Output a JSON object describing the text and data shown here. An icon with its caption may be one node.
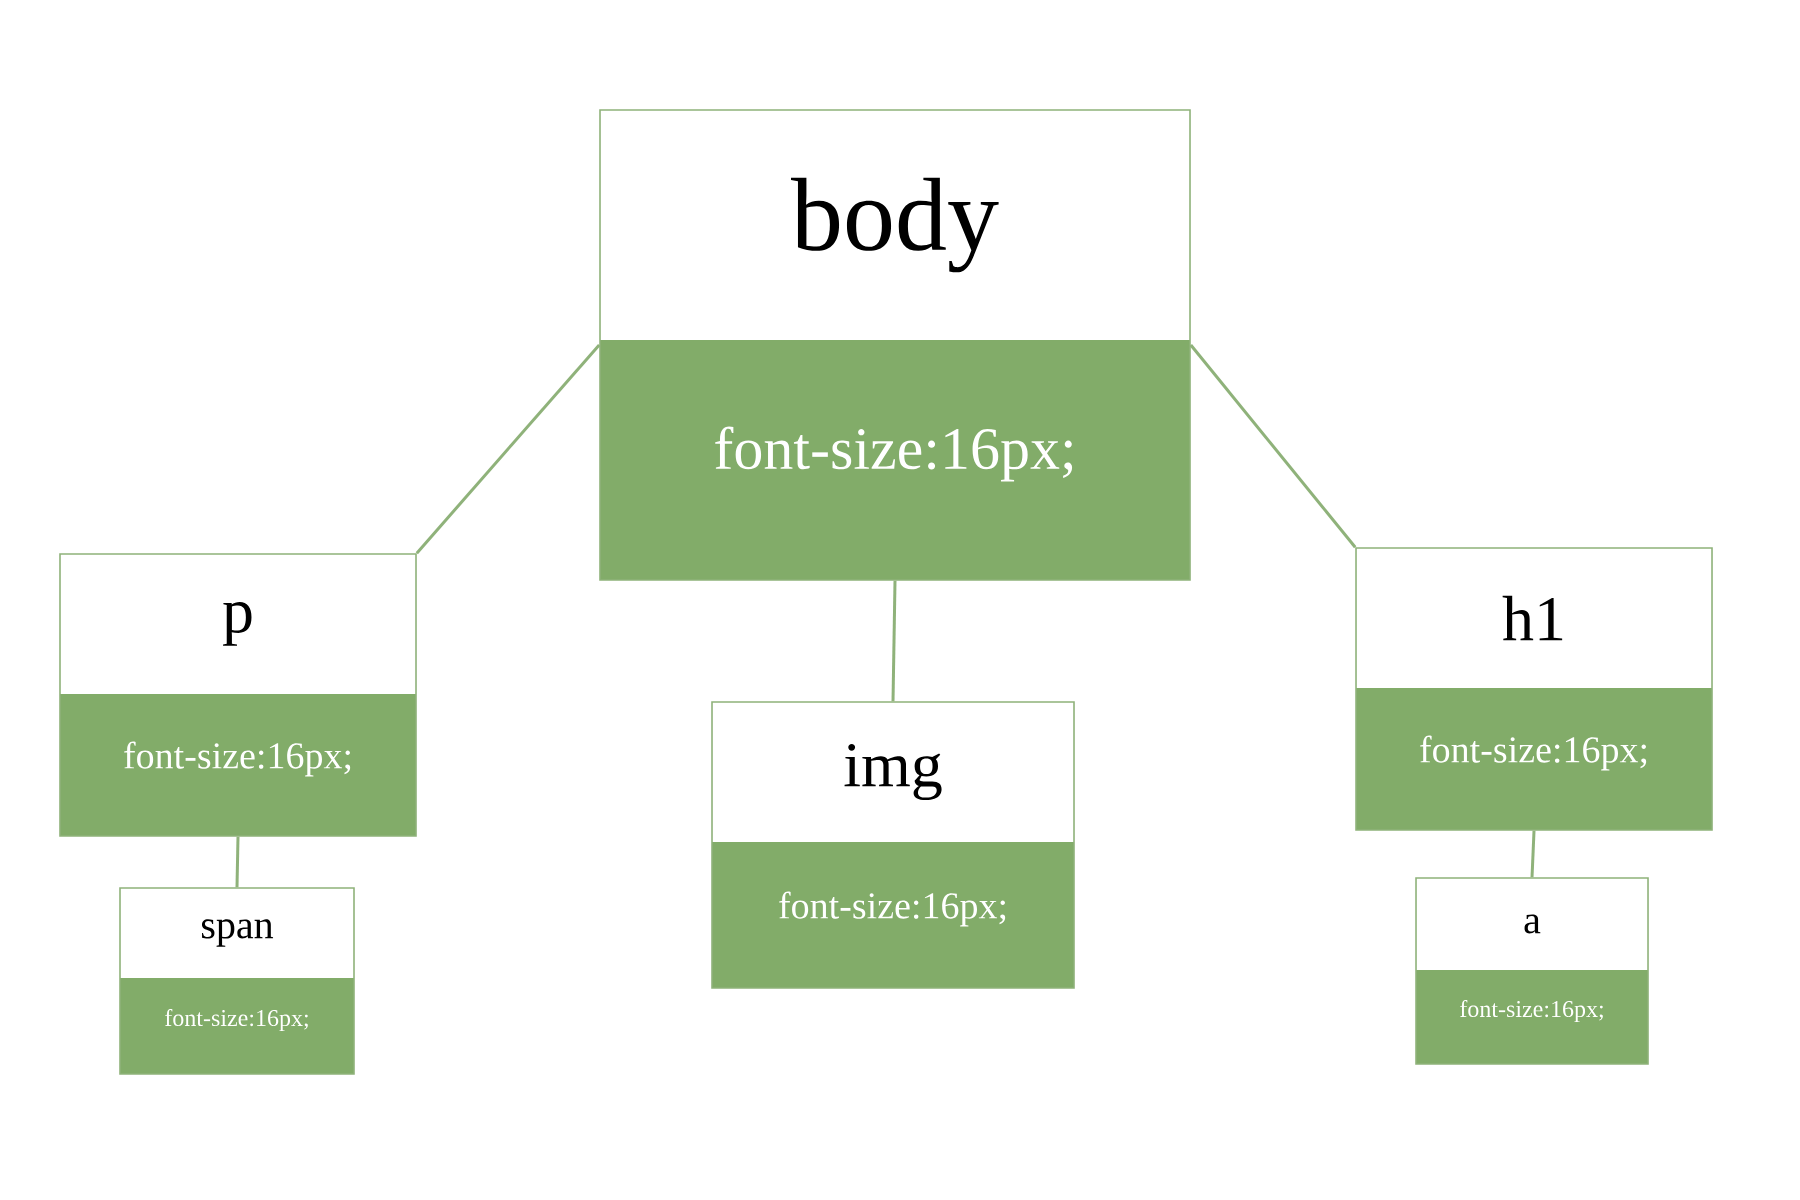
{
  "diagram": {
    "nodes": [
      {
        "text": [
          "body",
          "font-size:16px;"
        ]
      },
      {
        "text": [
          "p",
          "font-size:16px;"
        ]
      },
      {
        "text": [
          "img",
          "font-size:16px;"
        ]
      },
      {
        "text": [
          "h1",
          "font-size:16px;"
        ]
      },
      {
        "text": [
          "span",
          "font-size:16px;"
        ]
      },
      {
        "text": [
          "a",
          "font-size:16px;"
        ]
      }
    ],
    "edges": [
      {
        "from": 0,
        "to": 1,
        "arrow": "none"
      },
      {
        "from": 0,
        "to": 2,
        "arrow": "none"
      },
      {
        "from": 0,
        "to": 3,
        "arrow": "none"
      },
      {
        "from": 1,
        "to": 4,
        "arrow": "none"
      },
      {
        "from": 3,
        "to": 5,
        "arrow": "none"
      }
    ]
  }
}
